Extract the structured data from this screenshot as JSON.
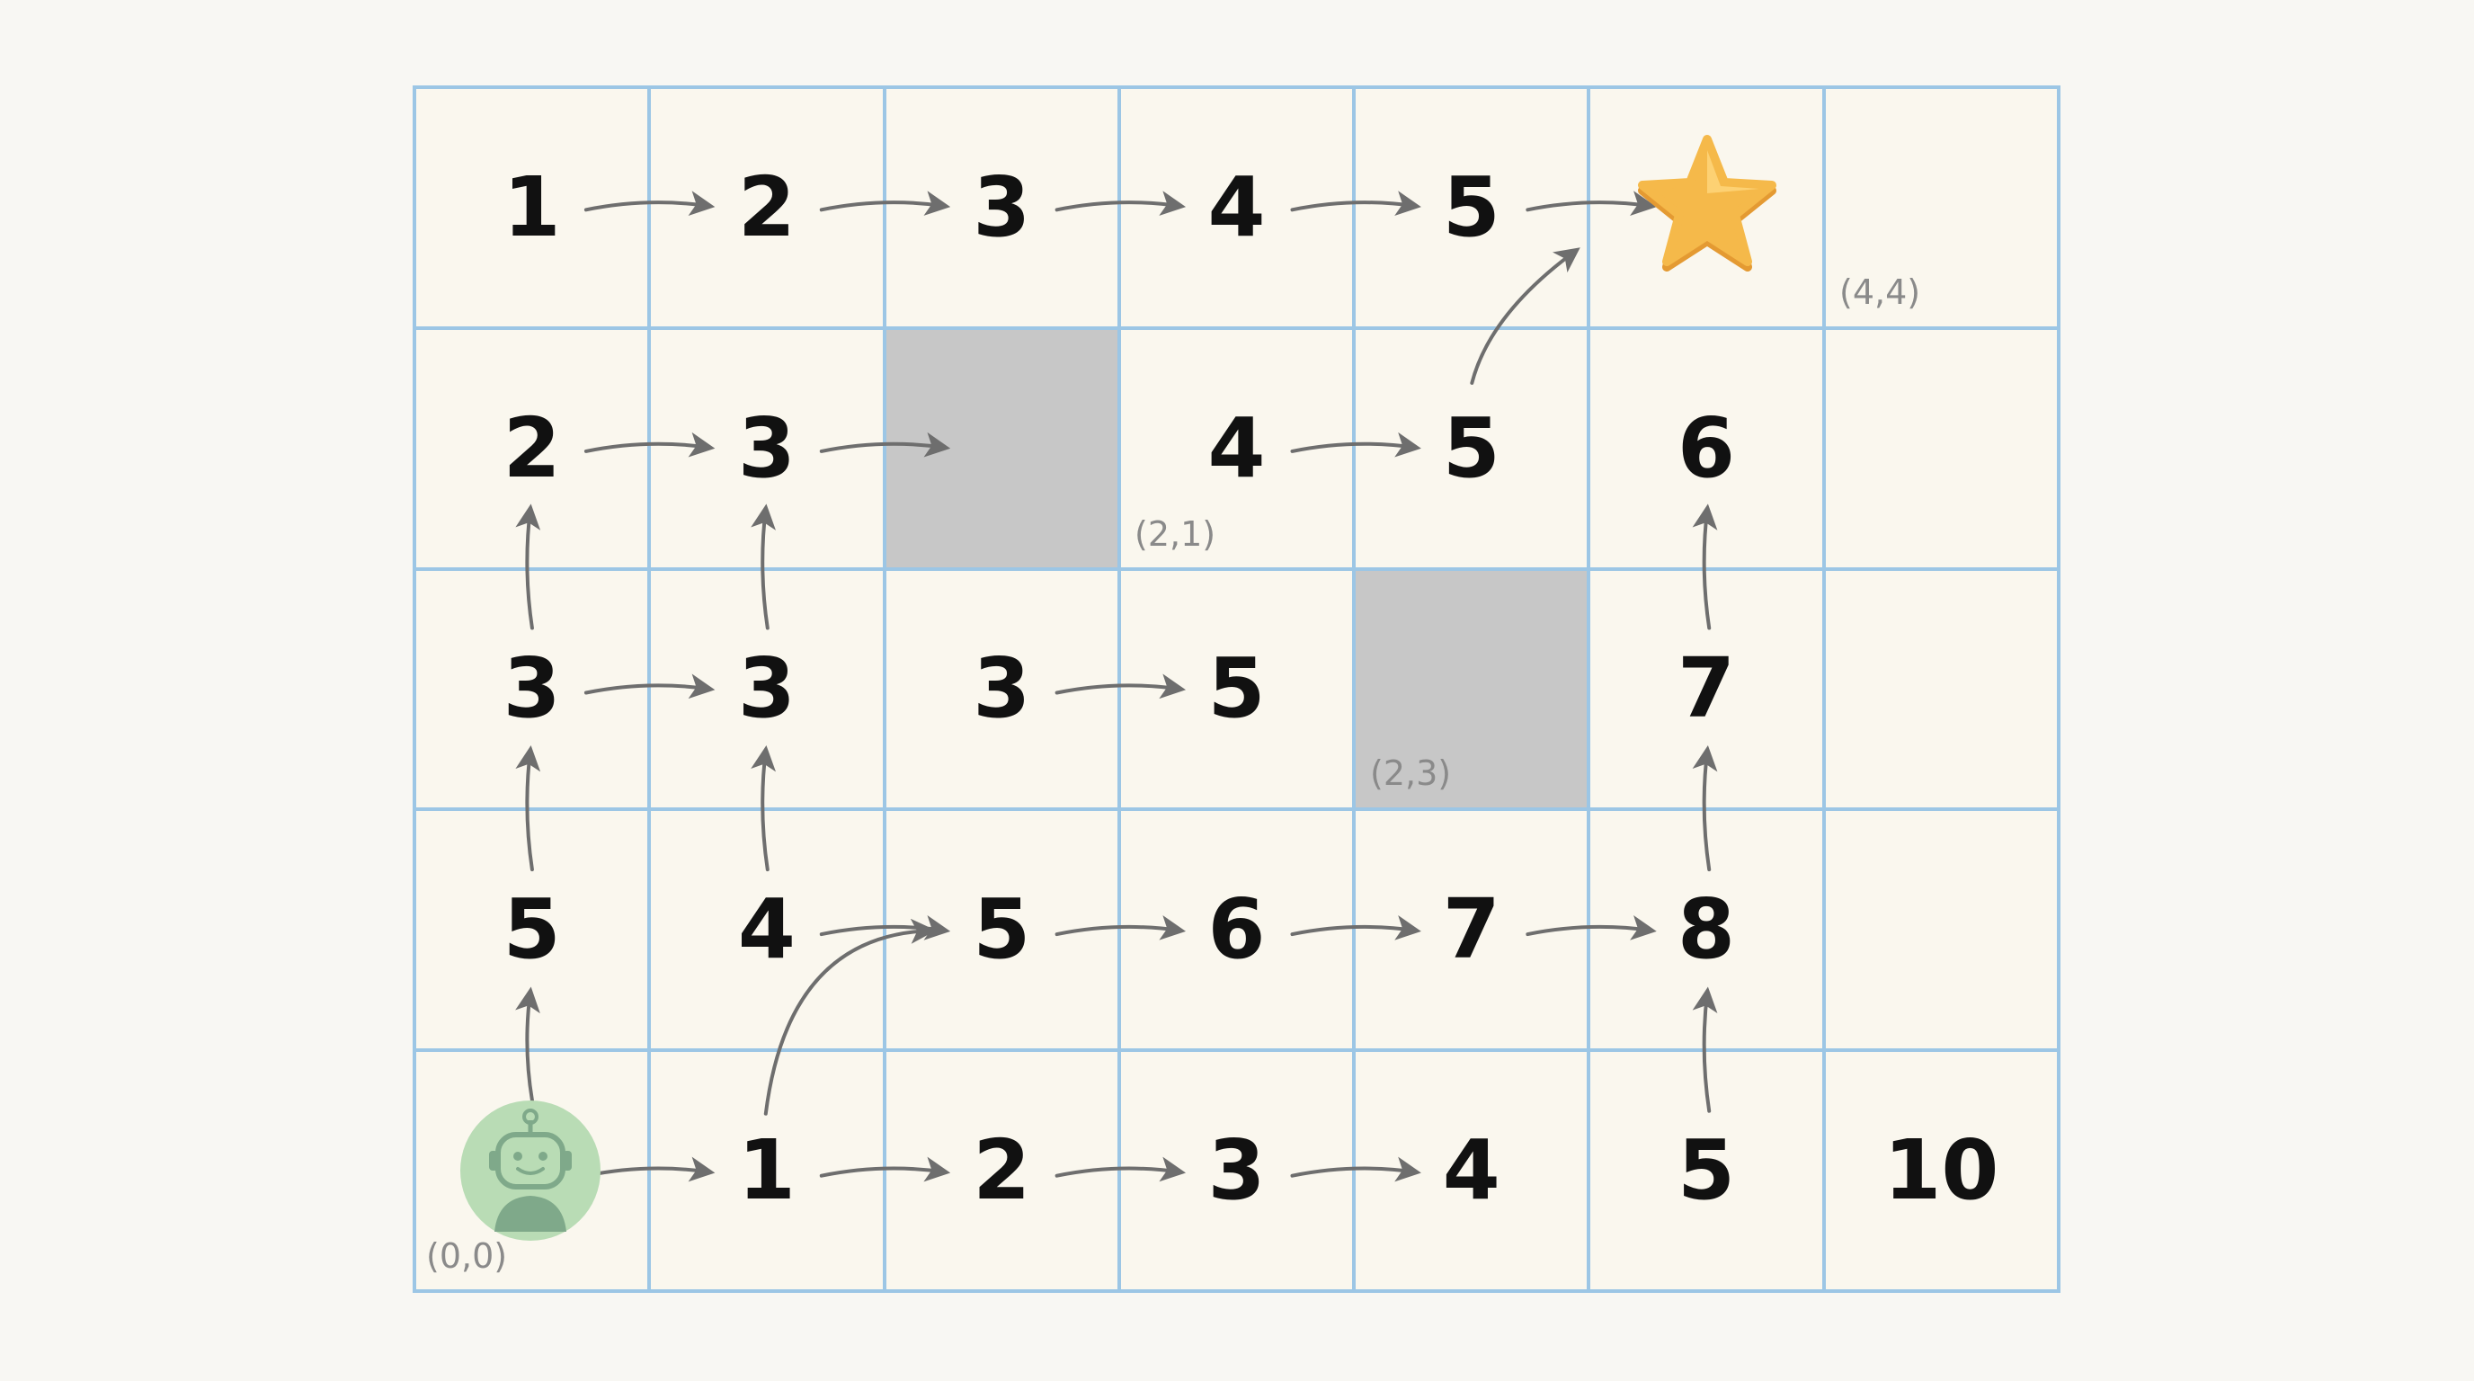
{
  "grid": {
    "rows": [
      [
        {
          "kind": "number",
          "value": "1"
        },
        {
          "kind": "number",
          "value": "2"
        },
        {
          "kind": "number",
          "value": "3"
        },
        {
          "kind": "number",
          "value": "4"
        },
        {
          "kind": "number",
          "value": "5"
        },
        {
          "kind": "goal",
          "icon": "star-icon"
        },
        {
          "kind": "empty"
        }
      ],
      [
        {
          "kind": "number",
          "value": "2"
        },
        {
          "kind": "number",
          "value": "3"
        },
        {
          "kind": "obstacle"
        },
        {
          "kind": "number",
          "value": "4"
        },
        {
          "kind": "number",
          "value": "5"
        },
        {
          "kind": "number",
          "value": "6"
        },
        {
          "kind": "empty"
        }
      ],
      [
        {
          "kind": "number",
          "value": "3"
        },
        {
          "kind": "number",
          "value": "3"
        },
        {
          "kind": "number",
          "value": "3"
        },
        {
          "kind": "number",
          "value": "5"
        },
        {
          "kind": "obstacle"
        },
        {
          "kind": "number",
          "value": "7"
        },
        {
          "kind": "empty"
        }
      ],
      [
        {
          "kind": "number",
          "value": "5"
        },
        {
          "kind": "number",
          "value": "4"
        },
        {
          "kind": "number",
          "value": "5"
        },
        {
          "kind": "number",
          "value": "6"
        },
        {
          "kind": "number",
          "value": "7"
        },
        {
          "kind": "number",
          "value": "8"
        },
        {
          "kind": "empty"
        }
      ],
      [
        {
          "kind": "start",
          "icon": "robot-icon"
        },
        {
          "kind": "number",
          "value": "1"
        },
        {
          "kind": "number",
          "value": "2"
        },
        {
          "kind": "number",
          "value": "3"
        },
        {
          "kind": "number",
          "value": "4"
        },
        {
          "kind": "number",
          "value": "5"
        },
        {
          "kind": "number",
          "value": "10"
        }
      ]
    ]
  },
  "coord_labels": {
    "start": "(0,0)",
    "goal": "(4,4)",
    "obstacle_a": "(2,1)",
    "obstacle_b": "(2,3)"
  },
  "colors": {
    "grid_line": "#9cc6e5",
    "cell_bg": "#faf7ee",
    "obstacle": "#c7c7c7",
    "arrow": "#6e6e6e",
    "robot_bg": "#b9dcb5",
    "robot_fg": "#7fa98a",
    "star": "#f5b94a"
  },
  "arrows": [
    {
      "from": [
        0,
        0
      ],
      "to": [
        0,
        1
      ]
    },
    {
      "from": [
        0,
        1
      ],
      "to": [
        0,
        2
      ]
    },
    {
      "from": [
        0,
        2
      ],
      "to": [
        0,
        3
      ]
    },
    {
      "from": [
        0,
        3
      ],
      "to": [
        0,
        4
      ]
    },
    {
      "from": [
        0,
        4
      ],
      "to": [
        0,
        5
      ],
      "curve": "up"
    },
    {
      "from": [
        1,
        0
      ],
      "to": [
        1,
        1
      ]
    },
    {
      "from": [
        1,
        1
      ],
      "to": [
        1,
        2
      ]
    },
    {
      "from": [
        1,
        3
      ],
      "to": [
        1,
        4
      ]
    },
    {
      "from": [
        2,
        0
      ],
      "to": [
        2,
        1
      ]
    },
    {
      "from": [
        2,
        2
      ],
      "to": [
        2,
        3
      ]
    },
    {
      "from": [
        3,
        1
      ],
      "to": [
        3,
        2
      ]
    },
    {
      "from": [
        3,
        2
      ],
      "to": [
        3,
        3
      ]
    },
    {
      "from": [
        3,
        3
      ],
      "to": [
        3,
        4
      ]
    },
    {
      "from": [
        3,
        4
      ],
      "to": [
        3,
        5
      ]
    },
    {
      "from": [
        4,
        0
      ],
      "to": [
        4,
        1
      ]
    },
    {
      "from": [
        4,
        1
      ],
      "to": [
        4,
        2
      ]
    },
    {
      "from": [
        4,
        2
      ],
      "to": [
        4,
        3
      ]
    },
    {
      "from": [
        4,
        3
      ],
      "to": [
        4,
        4
      ]
    },
    {
      "from": [
        4,
        1
      ],
      "to": [
        3,
        2
      ],
      "curve": "diag"
    },
    {
      "from": [
        4,
        0
      ],
      "to": [
        3,
        0
      ]
    },
    {
      "from": [
        3,
        0
      ],
      "to": [
        2,
        0
      ]
    },
    {
      "from": [
        2,
        0
      ],
      "to": [
        1,
        0
      ]
    },
    {
      "from": [
        3,
        1
      ],
      "to": [
        2,
        1
      ]
    },
    {
      "from": [
        2,
        1
      ],
      "to": [
        1,
        1
      ]
    },
    {
      "from": [
        4,
        5
      ],
      "to": [
        3,
        5
      ]
    },
    {
      "from": [
        3,
        5
      ],
      "to": [
        2,
        5
      ]
    },
    {
      "from": [
        2,
        5
      ],
      "to": [
        1,
        5
      ]
    },
    {
      "from": [
        1,
        4
      ],
      "to": [
        0,
        5
      ],
      "curve": "diag"
    }
  ]
}
